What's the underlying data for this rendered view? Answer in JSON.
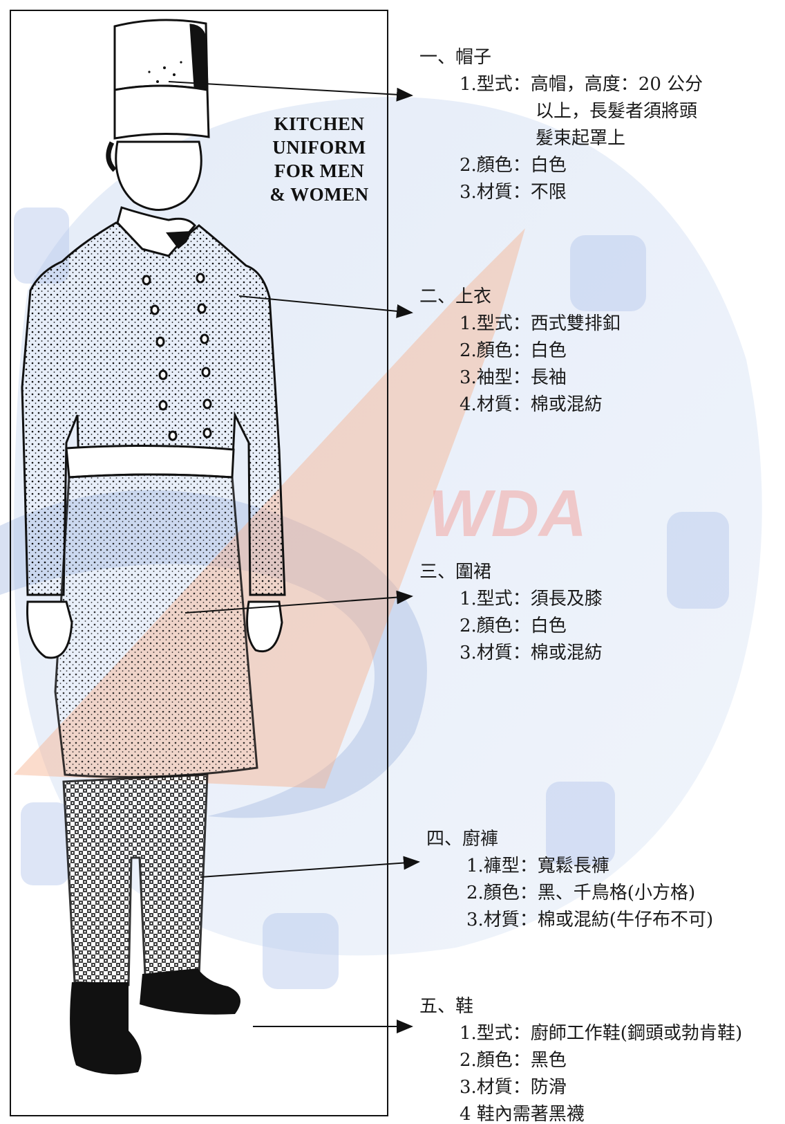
{
  "watermark": {
    "text": "WDA",
    "colors": {
      "orange": "#f5a37a",
      "blue": "#b9c9ea",
      "pale_blue": "#d7e2f4",
      "red": "#f0807a"
    }
  },
  "figure": {
    "caption": [
      "KITCHEN",
      "UNIFORM",
      "FOR MEN",
      "& WOMEN"
    ]
  },
  "sections": [
    {
      "title": "一、帽子",
      "items": [
        "1.型式：高帽，高度：20 公分",
        "以上，長髮者須將頭",
        "髮束起罩上",
        "2.顏色：白色",
        "3.材質：不限"
      ]
    },
    {
      "title": "二、上衣",
      "items": [
        "1.型式：西式雙排釦",
        "2.顏色：白色",
        "3.袖型：長袖",
        "4.材質：棉或混紡"
      ]
    },
    {
      "title": "三、圍裙",
      "items": [
        "1.型式：須長及膝",
        "2.顏色：白色",
        "3.材質：棉或混紡"
      ]
    },
    {
      "title": "四、廚褲",
      "items": [
        "1.褲型：寬鬆長褲",
        "2.顏色：黑、千鳥格(小方格)",
        "3.材質：棉或混紡(牛仔布不可)"
      ]
    },
    {
      "title": "五、鞋",
      "items": [
        "1.型式：廚師工作鞋(鋼頭或勃肯鞋)",
        "2.顏色：黑色",
        "3.材質：防滑",
        "4 鞋內需著黑襪"
      ]
    }
  ]
}
